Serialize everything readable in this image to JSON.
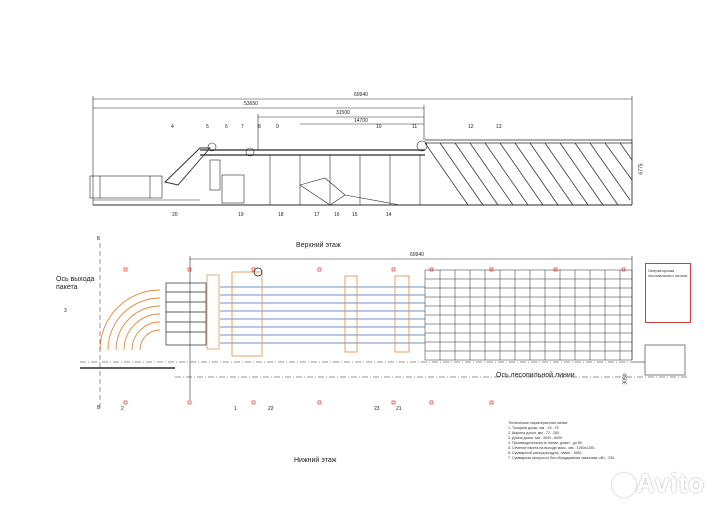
{
  "dimensions": {
    "upper_total": "60940",
    "upper_mid": "53650",
    "upper_inner": "31500",
    "upper_small": "14700",
    "lower_total": "60940",
    "side_upper": "6775",
    "side_lower": "3050"
  },
  "upper_callouts": [
    "4",
    "5",
    "6",
    "7",
    "8",
    "9",
    "10",
    "11",
    "12",
    "13"
  ],
  "upper_bottom_callouts": [
    "20",
    "19",
    "18",
    "17",
    "16",
    "15",
    "14"
  ],
  "captions": {
    "upper": "Верхний этаж",
    "lower": "Нижний этаж"
  },
  "axes": {
    "exit": "Ось выхода пакета",
    "saw": "Ось лесопильной линии"
  },
  "lower_callouts": [
    "3",
    "2",
    "1",
    "22",
    "23",
    "21"
  ],
  "grid_marks": [
    "Б",
    "Б"
  ],
  "operator_box": "Операторская лесопильного потока",
  "specs": {
    "title": "Технические характеристики линии:",
    "items": [
      "1.  Толщина доски, мм - 16...75.",
      "2.  Ширина доски, мм - 72...250.",
      "3.  Длина доски, мм - 3000...6000.",
      "4.  Производительность линии, д/мин - до 60.",
      "5.  Сечение пакета на выходе макс., мм - 1250х1250.",
      "6.  Суммарный расход воздуха, л/мин - 1660.",
      "7.  Суммарная мощность без оборудования заказчика, кВт - 230."
    ]
  },
  "watermark": "Avito",
  "colors": {
    "line": "#2a2a2a",
    "accent_red": "#d23a3a",
    "accent_orange": "#e08a3c",
    "blue": "#3b6fb6"
  }
}
